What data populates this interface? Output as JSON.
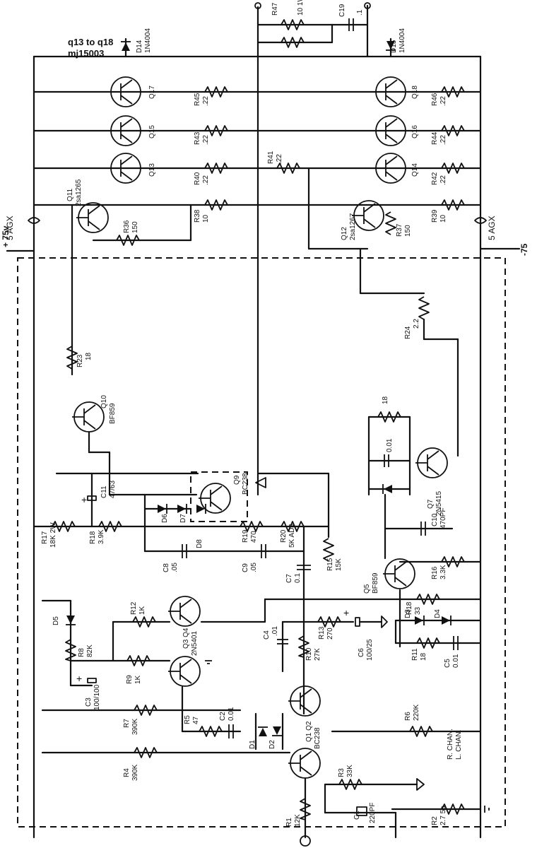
{
  "header": {
    "transistor_range": "q13 to q18",
    "transistor_part": "mj15003",
    "supply_pos": "+ 75v",
    "supply_neg": "-75",
    "fuse_label": "5 AGX"
  },
  "channels": {
    "right": "R. CHAN.",
    "left": "L. CHAN."
  },
  "transistors": [
    {
      "ref": "Q17",
      "part": ""
    },
    {
      "ref": "Q15",
      "part": ""
    },
    {
      "ref": "Q13",
      "part": ""
    },
    {
      "ref": "Q18",
      "part": ""
    },
    {
      "ref": "Q16",
      "part": ""
    },
    {
      "ref": "Q14",
      "part": ""
    },
    {
      "ref": "Q11",
      "part": "2sa1265"
    },
    {
      "ref": "Q12",
      "part": "2sa1267"
    },
    {
      "ref": "Q10",
      "part": "BF859"
    },
    {
      "ref": "Q7",
      "part": "2N5415"
    },
    {
      "ref": "Q9",
      "part": "BC238"
    },
    {
      "ref": "Q5",
      "part": "BF859"
    },
    {
      "ref": "Q3 Q4",
      "part": "2N5401"
    },
    {
      "ref": "Q1 Q2",
      "part": "BC238"
    }
  ],
  "resistors": [
    {
      "ref": "R45",
      "value": ".22"
    },
    {
      "ref": "R43",
      "value": ".22"
    },
    {
      "ref": "R40",
      "value": ".22"
    },
    {
      "ref": "R41",
      "value": ".22"
    },
    {
      "ref": "R46",
      "value": ".22"
    },
    {
      "ref": "R44",
      "value": ".22"
    },
    {
      "ref": "R42",
      "value": ".22"
    },
    {
      "ref": "R38",
      "value": "10"
    },
    {
      "ref": "R39",
      "value": "10"
    },
    {
      "ref": "R36",
      "value": "150"
    },
    {
      "ref": "R37",
      "value": "150"
    },
    {
      "ref": "R47 R48",
      "value": "10 1W"
    },
    {
      "ref": "R24",
      "value": "2.2"
    },
    {
      "ref": "R23",
      "value": "18"
    },
    {
      "ref": "R17",
      "value": "18K 2W"
    },
    {
      "ref": "R18",
      "value": "3.9K"
    },
    {
      "ref": "R19",
      "value": "470"
    },
    {
      "ref": "R20",
      "value": "5K ADJ"
    },
    {
      "ref": "R15",
      "value": "15K"
    },
    {
      "ref": "R16",
      "value": "3.3K"
    },
    {
      "ref": "R18",
      "value": "33"
    },
    {
      "ref": "R12",
      "value": "1K"
    },
    {
      "ref": "R8",
      "value": "82K"
    },
    {
      "ref": "R9",
      "value": "1K"
    },
    {
      "ref": "R13",
      "value": "270"
    },
    {
      "ref": "R10",
      "value": "27K"
    },
    {
      "ref": "R11",
      "value": "18"
    },
    {
      "ref": "R7",
      "value": "390K"
    },
    {
      "ref": "R5",
      "value": "47"
    },
    {
      "ref": "R6",
      "value": "220K"
    },
    {
      "ref": "R4",
      "value": "390K"
    },
    {
      "ref": "R3",
      "value": "33K"
    },
    {
      "ref": "R1",
      "value": "12K"
    },
    {
      "ref": "R2",
      "value": "2.7 5a"
    },
    {
      "ref": "",
      "value": "18"
    }
  ],
  "capacitors": [
    {
      "ref": "C19",
      "value": ".1"
    },
    {
      "ref": "C11",
      "value": "47/63"
    },
    {
      "ref": "C8",
      "value": ".05"
    },
    {
      "ref": "C9",
      "value": ".05"
    },
    {
      "ref": "C7",
      "value": "0.1"
    },
    {
      "ref": "C10",
      "value": "470PF"
    },
    {
      "ref": "C4",
      "value": ".01"
    },
    {
      "ref": "C6",
      "value": "100/25"
    },
    {
      "ref": "C5",
      "value": "0.01"
    },
    {
      "ref": "C3",
      "value": "100/100"
    },
    {
      "ref": "C2",
      "value": "0.01"
    },
    {
      "ref": "C1",
      "value": "220PF"
    },
    {
      "ref": "",
      "value": "0.01"
    }
  ],
  "diodes": [
    {
      "ref": "D14",
      "part": "1N4004"
    },
    {
      "ref": "D15",
      "part": "1N4004"
    },
    {
      "ref": "D6",
      "part": ""
    },
    {
      "ref": "D7",
      "part": ""
    },
    {
      "ref": "D8",
      "part": ""
    },
    {
      "ref": "D3",
      "part": ""
    },
    {
      "ref": "D4",
      "part": ""
    },
    {
      "ref": "D5",
      "part": ""
    },
    {
      "ref": "D1",
      "part": ""
    },
    {
      "ref": "D2",
      "part": ""
    }
  ]
}
